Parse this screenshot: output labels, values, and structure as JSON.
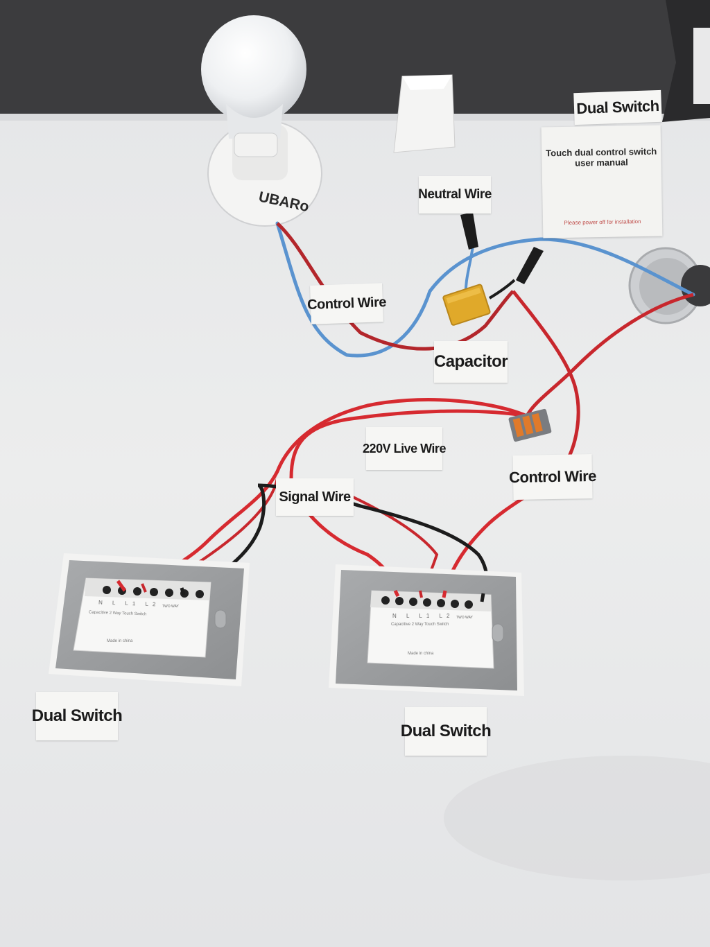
{
  "labels": {
    "dual_switch_top": "Dual Switch",
    "neutral_wire": "Neutral Wire",
    "control_wire_top": "Control Wire",
    "capacitor": "Capacitor",
    "live_wire": "220V Live Wire",
    "control_wire_right": "Control Wire",
    "signal_wire": "Signal Wire",
    "dual_switch_left": "Dual Switch",
    "dual_switch_right": "Dual Switch"
  },
  "lamp_base_text": "UBARo",
  "manual": {
    "title": "Touch dual control switch user manual",
    "note": "Please power off for installation"
  },
  "switch_module": {
    "terminals": "N L L1 L2",
    "mode": "TWO WAY",
    "model": "Capacitive 2 Way Touch Switch",
    "made_in": "Made in china"
  },
  "colors": {
    "wall": "#e9eaec",
    "top_panel": "#3c3c3e",
    "red_wire": "#c8272d",
    "blue_wire": "#5a93cf",
    "black_wire": "#1c1c1c",
    "capacitor": "#e0a92a",
    "switch_plate": "#9a9c9e"
  }
}
